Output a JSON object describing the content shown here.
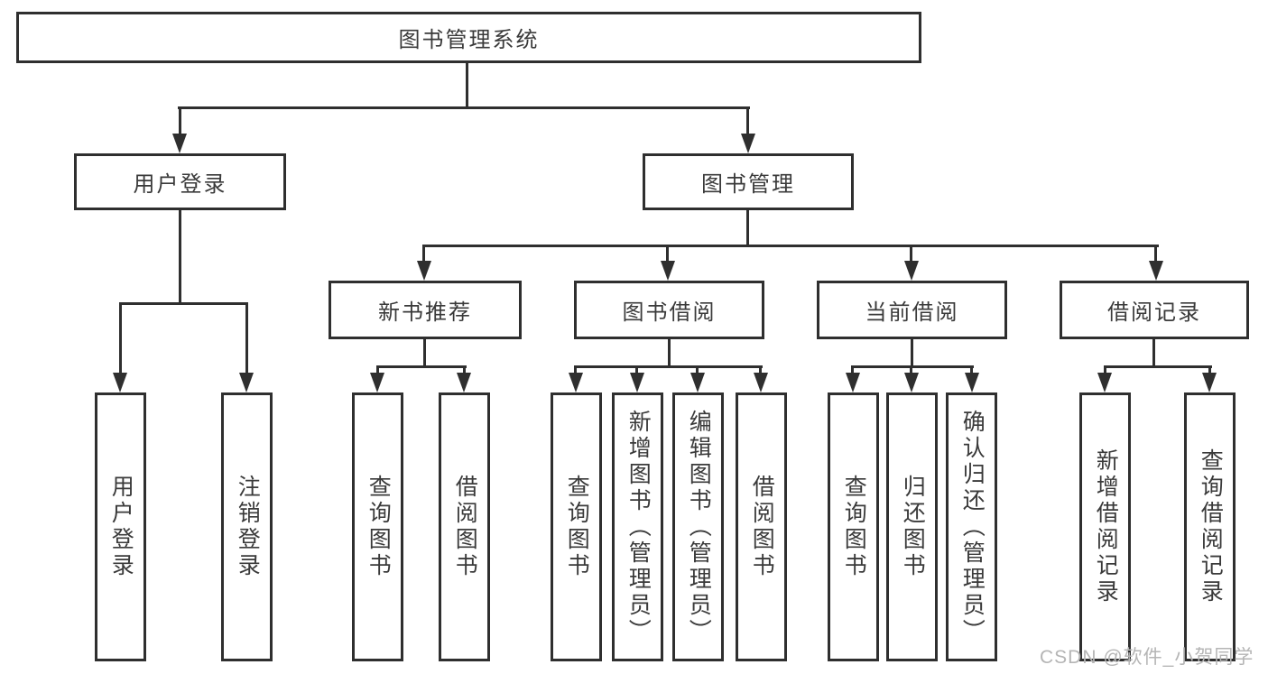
{
  "tree": {
    "root": {
      "label": "图书管理系统"
    },
    "user_branch": {
      "label": "用户登录",
      "leaves": [
        "用户登录",
        "注销登录"
      ]
    },
    "mgmt_branch": {
      "label": "图书管理",
      "groups": [
        {
          "label": "新书推荐",
          "leaves": [
            "查询图书",
            "借阅图书"
          ]
        },
        {
          "label": "图书借阅",
          "leaves": [
            "查询图书",
            "新增图书（管理员）",
            "编辑图书（管理员）",
            "借阅图书"
          ]
        },
        {
          "label": "当前借阅",
          "leaves": [
            "查询图书",
            "归还图书",
            "确认归还（管理员）"
          ]
        },
        {
          "label": "借阅记录",
          "leaves": [
            "新增借阅记录",
            "查询借阅记录"
          ]
        }
      ]
    },
    "watermark": "CSDN @软件_小贺同学",
    "colors": {
      "line": "#2f2f2f",
      "text": "#3a3a3a",
      "watermark": "#b5b5b5",
      "background": "#ffffff"
    }
  }
}
